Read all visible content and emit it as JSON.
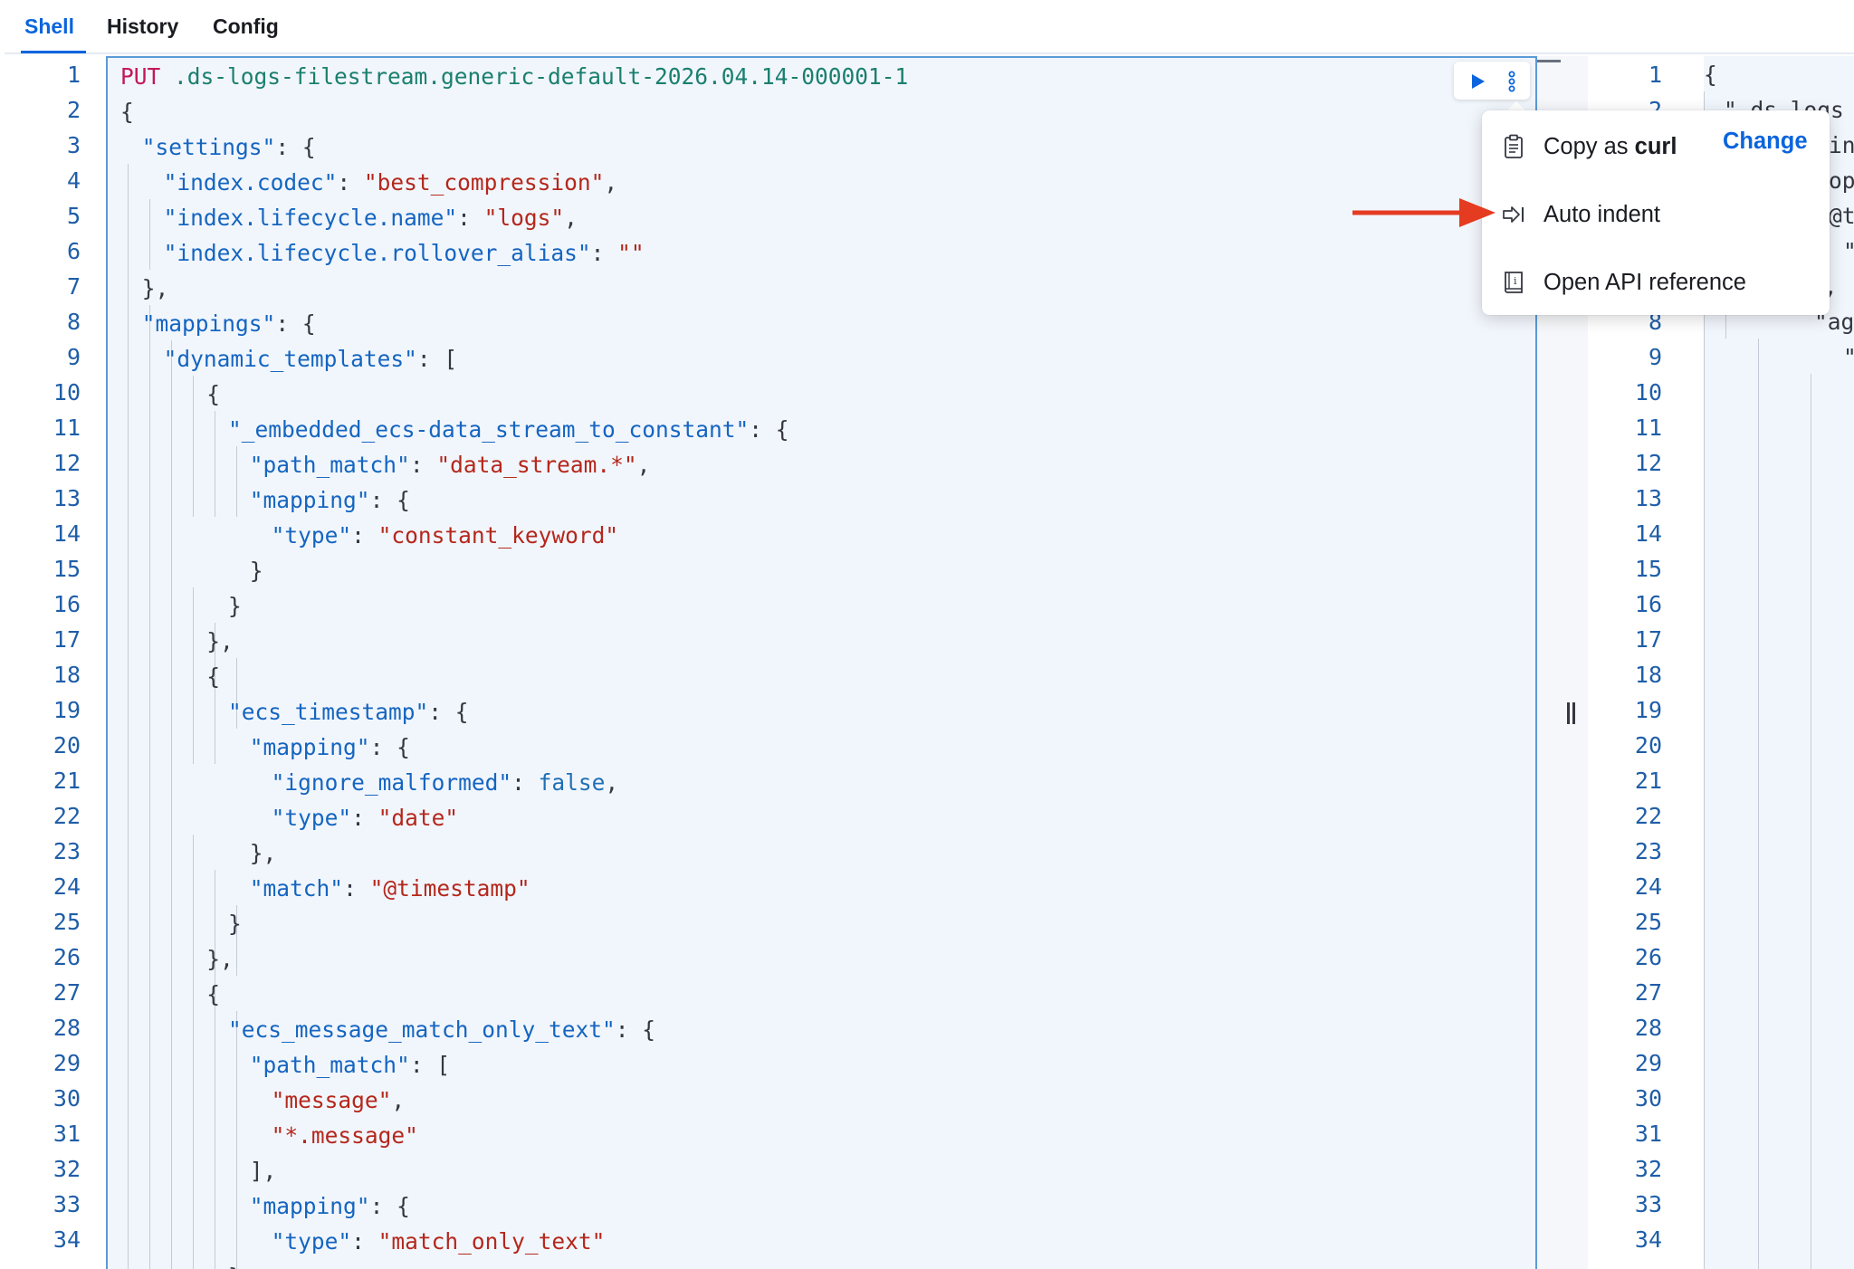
{
  "tabs": [
    {
      "label": "Shell",
      "active": true
    },
    {
      "label": "History",
      "active": false
    },
    {
      "label": "Config",
      "active": false
    }
  ],
  "editor": {
    "line_numbers": [
      "1",
      "2",
      "3",
      "4",
      "5",
      "6",
      "7",
      "8",
      "9",
      "10",
      "11",
      "12",
      "13",
      "14",
      "15",
      "16",
      "17",
      "18",
      "19",
      "20",
      "21",
      "22",
      "23",
      "24",
      "25",
      "26",
      "27",
      "28",
      "29",
      "30",
      "31",
      "32",
      "33",
      "34"
    ],
    "request": {
      "method": "PUT",
      "path": ".ds-logs-filestream.generic-default-2026.04.14-000001-1"
    }
  },
  "output": {
    "line_numbers": [
      "1",
      "2",
      "3",
      "4",
      "5",
      "6",
      "7",
      "8",
      "9",
      "10",
      "11",
      "12",
      "13",
      "14",
      "15",
      "16",
      "17",
      "18",
      "19",
      "20",
      "21",
      "22",
      "23",
      "24",
      "25",
      "26",
      "27",
      "28",
      "29",
      "30",
      "31",
      "32",
      "33",
      "34"
    ],
    "visible_fragments": [
      "{",
      "\".ds-logs",
      "in",
      "op",
      "@t",
      "\"",
      "},",
      "\"ag",
      "\""
    ]
  },
  "menu": {
    "items": [
      {
        "prefix": "Copy as ",
        "bold": "curl",
        "icon": "clipboard-icon"
      },
      {
        "label": "Auto indent",
        "icon": "indent-icon"
      },
      {
        "label": "Open API reference",
        "icon": "book-icon"
      }
    ],
    "change_label": "Change"
  },
  "colors": {
    "accent": "#0b64dd",
    "arrow": "#e53b21",
    "editor_bg": "#f1f6fc"
  }
}
